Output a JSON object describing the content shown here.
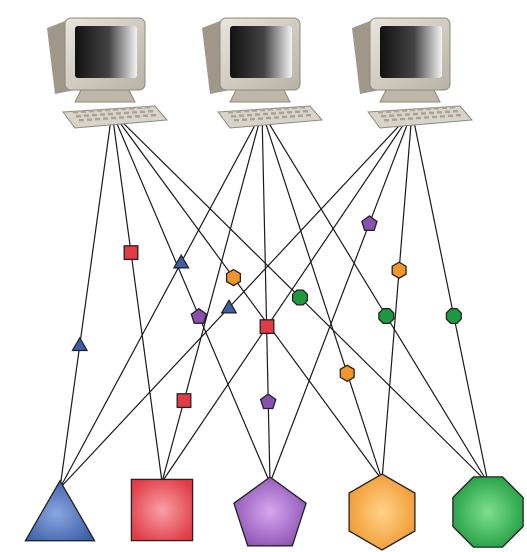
{
  "diagram": {
    "computers": [
      {
        "id": "computer-1"
      },
      {
        "id": "computer-2"
      },
      {
        "id": "computer-3"
      }
    ],
    "resources": [
      {
        "id": "triangle",
        "shape": "triangle",
        "color": "#3d5fa8"
      },
      {
        "id": "square",
        "shape": "square",
        "color": "#e23b46"
      },
      {
        "id": "pentagon",
        "shape": "pentagon",
        "color": "#8a4fb0"
      },
      {
        "id": "hexagon",
        "shape": "hexagon",
        "color": "#f0962a"
      },
      {
        "id": "octagon",
        "shape": "octagon",
        "color": "#1d9a3f"
      }
    ],
    "links": [
      {
        "from": "computer-1",
        "to": "triangle",
        "marker": "triangle"
      },
      {
        "from": "computer-1",
        "to": "square",
        "marker": "square"
      },
      {
        "from": "computer-1",
        "to": "pentagon",
        "marker": "pentagon"
      },
      {
        "from": "computer-1",
        "to": "hexagon",
        "marker": "hexagon"
      },
      {
        "from": "computer-1",
        "to": "octagon",
        "marker": "octagon"
      },
      {
        "from": "computer-2",
        "to": "triangle",
        "marker": "triangle"
      },
      {
        "from": "computer-2",
        "to": "square",
        "marker": "square"
      },
      {
        "from": "computer-2",
        "to": "pentagon",
        "marker": "pentagon"
      },
      {
        "from": "computer-2",
        "to": "hexagon",
        "marker": "hexagon"
      },
      {
        "from": "computer-2",
        "to": "octagon",
        "marker": "octagon"
      },
      {
        "from": "computer-3",
        "to": "triangle",
        "marker": "triangle"
      },
      {
        "from": "computer-3",
        "to": "square",
        "marker": "square"
      },
      {
        "from": "computer-3",
        "to": "pentagon",
        "marker": "pentagon"
      },
      {
        "from": "computer-3",
        "to": "hexagon",
        "marker": "hexagon"
      },
      {
        "from": "computer-3",
        "to": "octagon",
        "marker": "octagon"
      }
    ],
    "colors": {
      "line": "#1a1a1a",
      "computer_case": "#d6d0c4",
      "computer_shadow": "#9e978a",
      "screen_dark": "#151515"
    }
  }
}
